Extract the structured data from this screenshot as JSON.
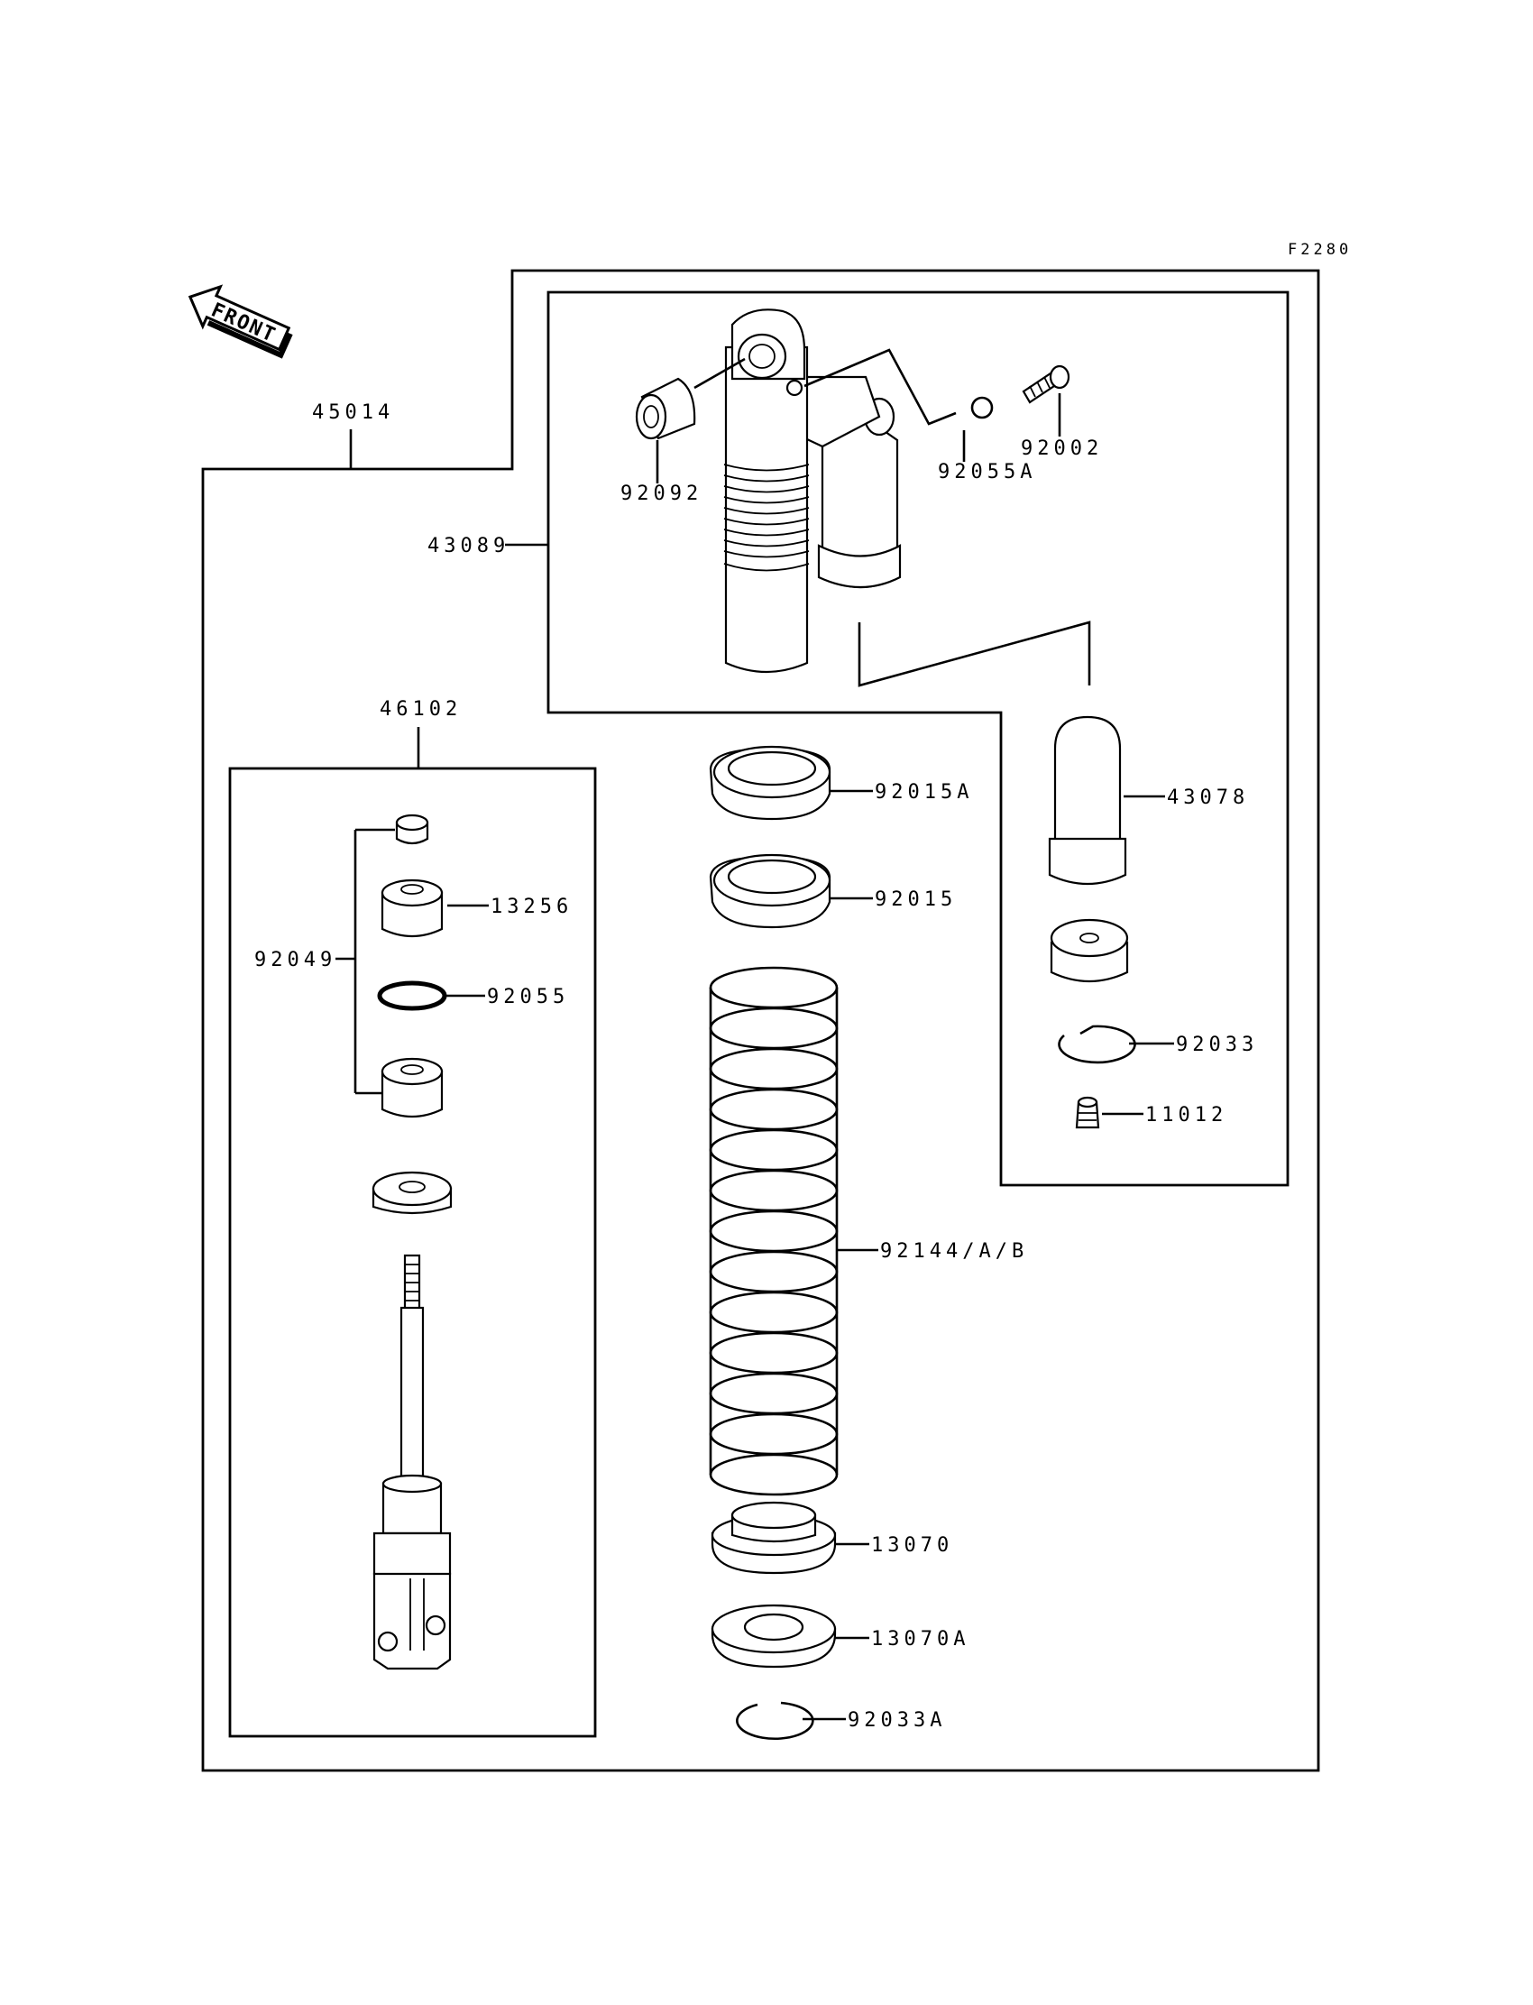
{
  "figure_code": "F2280",
  "front_label": "FRONT",
  "labels": {
    "p45014": "45014",
    "p43089": "43089",
    "p92092": "92092",
    "p92055A": "92055A",
    "p92002": "92002",
    "p46102": "46102",
    "p92015A": "92015A",
    "p92015": "92015",
    "p43078": "43078",
    "p13256": "13256",
    "p92049": "92049",
    "p92055": "92055",
    "p92033": "92033",
    "p11012": "11012",
    "p92144": "92144/A/B",
    "p13070": "13070",
    "p13070A": "13070A",
    "p92033A": "92033A"
  }
}
